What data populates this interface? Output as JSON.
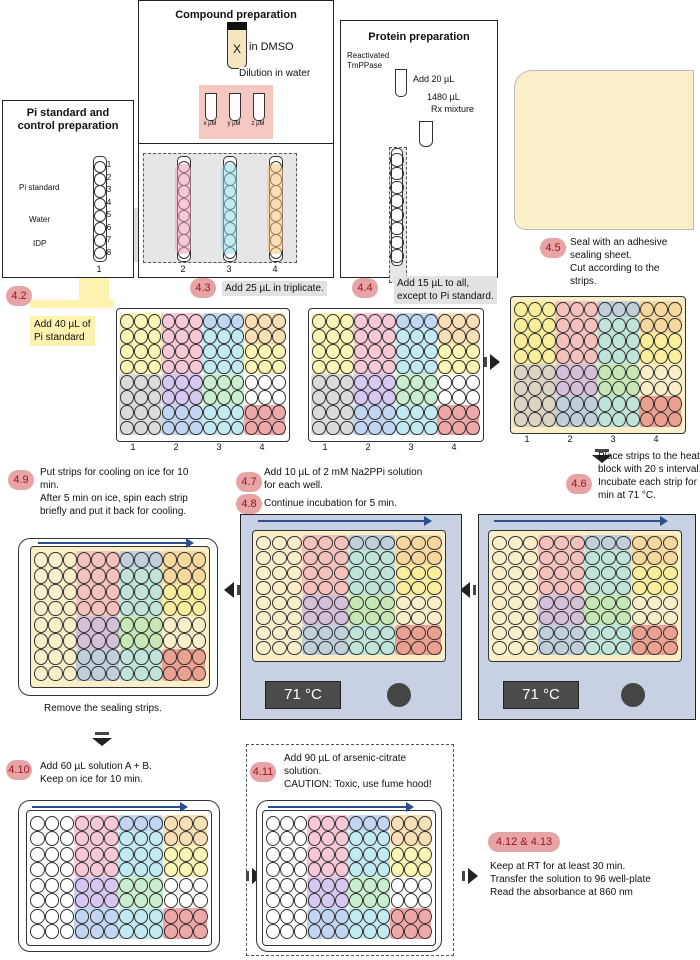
{
  "compound_prep": {
    "title": "Compound preparation",
    "vial_letter": "X",
    "vial_text": "in DMSO",
    "dilution": "Dilution in water",
    "conc": [
      "x µM",
      "y µM",
      "z µM"
    ]
  },
  "protein_prep": {
    "title": "Protein preparation",
    "enzyme": "Reactivated TmPPase",
    "add20": "Add 20 µL",
    "vol1480": "1480 µL",
    "rx": "Rx mixture"
  },
  "pi_prep": {
    "title": "Pi standard and control preparation",
    "pi_standard": "Pi standard",
    "water": "Water",
    "idp": "IDP"
  },
  "strip_numbers": [
    "1",
    "2",
    "3",
    "4"
  ],
  "well_numbers": [
    "1",
    "2",
    "3",
    "4",
    "5",
    "6",
    "7",
    "8"
  ],
  "steps": {
    "s42": {
      "num": "4.2",
      "text": [
        "Add 40 µL  of",
        "Pi standard"
      ]
    },
    "s43": {
      "num": "4.3",
      "text": "Add 25 µL in triplicate."
    },
    "s44": {
      "num": "4.4",
      "text": [
        "Add 15 µL to all,",
        "except to Pi standard."
      ]
    },
    "s45": {
      "num": "4.5",
      "text": [
        "Seal with an adhesive",
        "sealing sheet.",
        "Cut according to the",
        "strips."
      ]
    },
    "s46": {
      "num": "4.6",
      "text": [
        "Place strips to the heating",
        "block with 20 s interval.",
        "Incubate each strip for 5",
        "min at 71 °C."
      ]
    },
    "s47": {
      "num": "4.7",
      "text": [
        "Add 10 µL of 2  mM Na2PPi solution",
        "for each well."
      ]
    },
    "s48": {
      "num": "4.8",
      "text": "Continue incubation for 5 min."
    },
    "s49": {
      "num": "4.9",
      "text": [
        "Put strips for cooling on ice for 10",
        "min.",
        "After 5 min on ice, spin each strip",
        "briefly and put it back for cooling."
      ]
    },
    "remove": "Remove the sealing strips.",
    "s410": {
      "num": "4.10",
      "text": [
        "Add 60 µL solution A + B.",
        "Keep on ice for 10 min."
      ]
    },
    "s411": {
      "num": "4.11",
      "text": [
        "Add 90 µL of arsenic-citrate",
        "solution.",
        "CAUTION: Toxic, use fume hood!"
      ]
    },
    "s412": {
      "num": "4.12 & 4.13",
      "text": [
        "Keep at RT for at least 30 min.",
        "Transfer the solution to 96 well-plate",
        "Read the absorbance at 860 nm"
      ]
    }
  },
  "heater_temp": "71 °C",
  "colors": {
    "step_badge": "#e7a4a6",
    "step_text": "#a0141a",
    "heater": "#c7d1e3",
    "pi_yellow": "#fdf2b0",
    "arrow": "#2a4d8c",
    "pink": "#f19bb2",
    "blue": "#8fb5e8",
    "green": "#9fe0a8",
    "purple": "#b59be6",
    "orange": "#f3c47a",
    "red": "#e06060",
    "cyan": "#8fd8e8",
    "yellow": "#f7ec7a",
    "grey": "#bdbdbd"
  }
}
